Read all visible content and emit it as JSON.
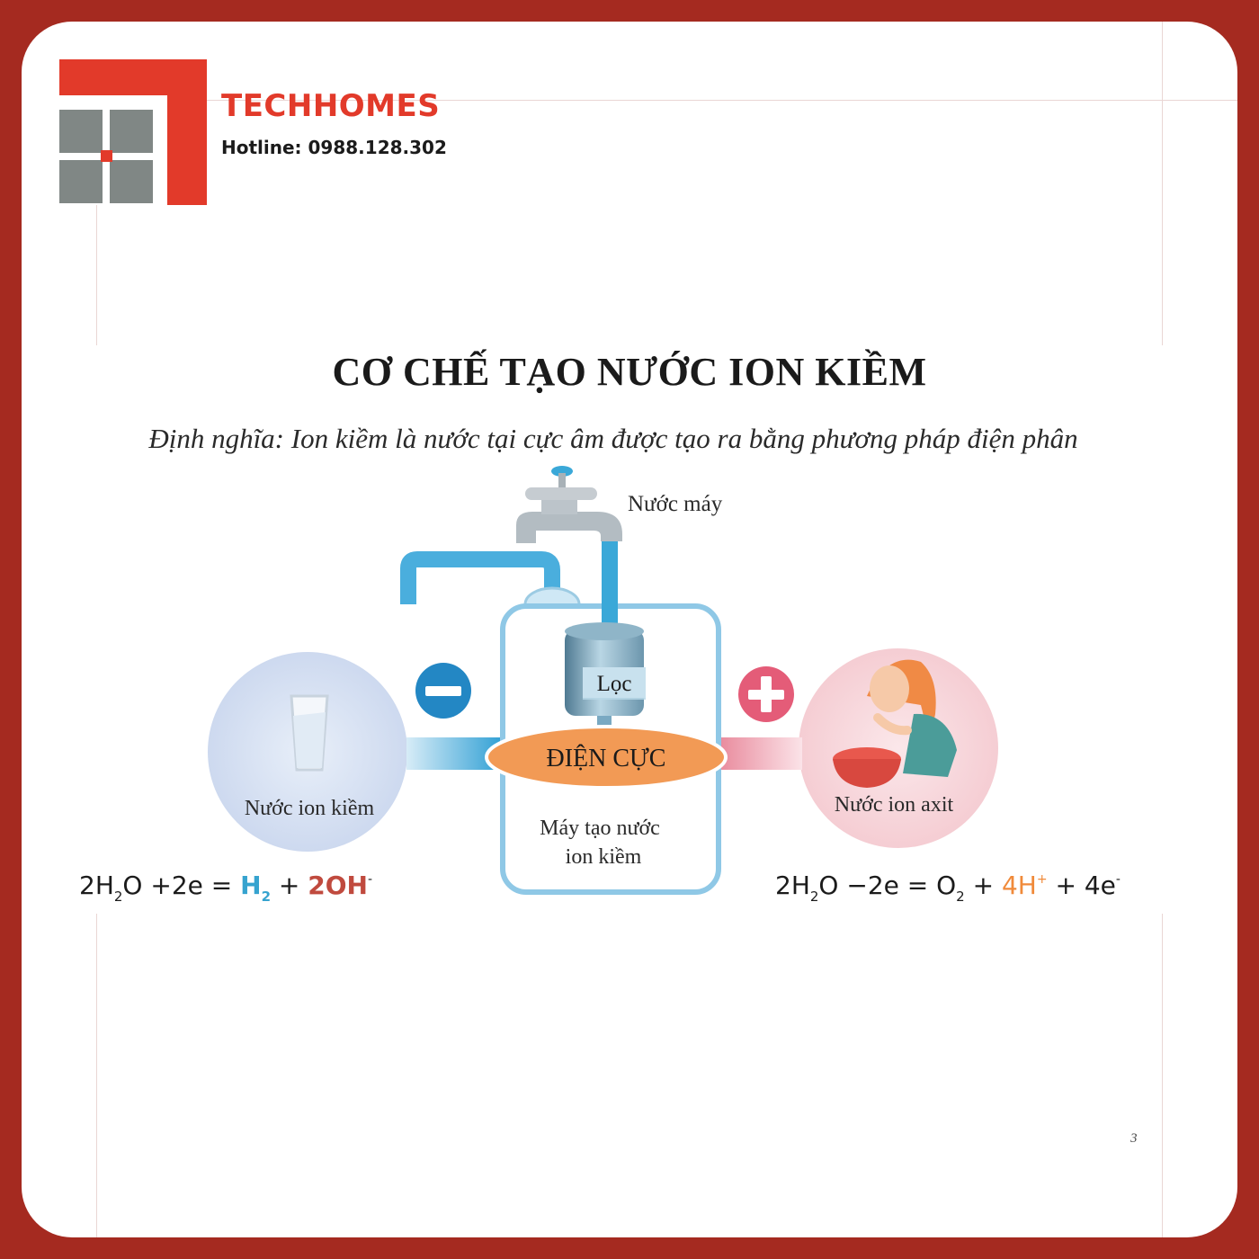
{
  "brand": {
    "name": "TECHHOMES",
    "hotline": "Hotline: 0988.128.302"
  },
  "colors": {
    "frame": "#a52a20",
    "brand_red": "#e23a2a",
    "logo_gray": "#808785",
    "water_blue": "#3aa8d8",
    "acid_pink": "#e8879a",
    "electrode_orange": "#f29a55"
  },
  "title": "CƠ CHẾ TẠO NƯỚC ION KIỀM",
  "definition": "Định nghĩa: Ion kiềm là nước tại cực âm được tạo ra bằng phương pháp điện phân",
  "diagram": {
    "tap_label": "Nước máy",
    "filter_label": "Lọc",
    "electrode_label": "ĐIỆN CỰC",
    "machine_label_1": "Máy tạo nước",
    "machine_label_2": "ion kiềm",
    "alkaline_label": "Nước ion kiềm",
    "acid_label": "Nước ion axit",
    "negative_symbol": "−",
    "positive_symbol": "+"
  },
  "equations": {
    "cathode": {
      "p1": "2H",
      "p1_sub": "2",
      "p2": "O +2e = ",
      "h2": "H",
      "h2_sub": "2",
      "p3": " + ",
      "oh": "2OH",
      "oh_sup": "-"
    },
    "anode": {
      "p1": "2H",
      "p1_sub": "2",
      "p2": "O −2e  = O",
      "o2_sub": "2",
      "p3": " + ",
      "h": "4H",
      "h_sup": "+",
      "p4": " + 4e",
      "e_sup": "-"
    }
  },
  "page_number": "3"
}
